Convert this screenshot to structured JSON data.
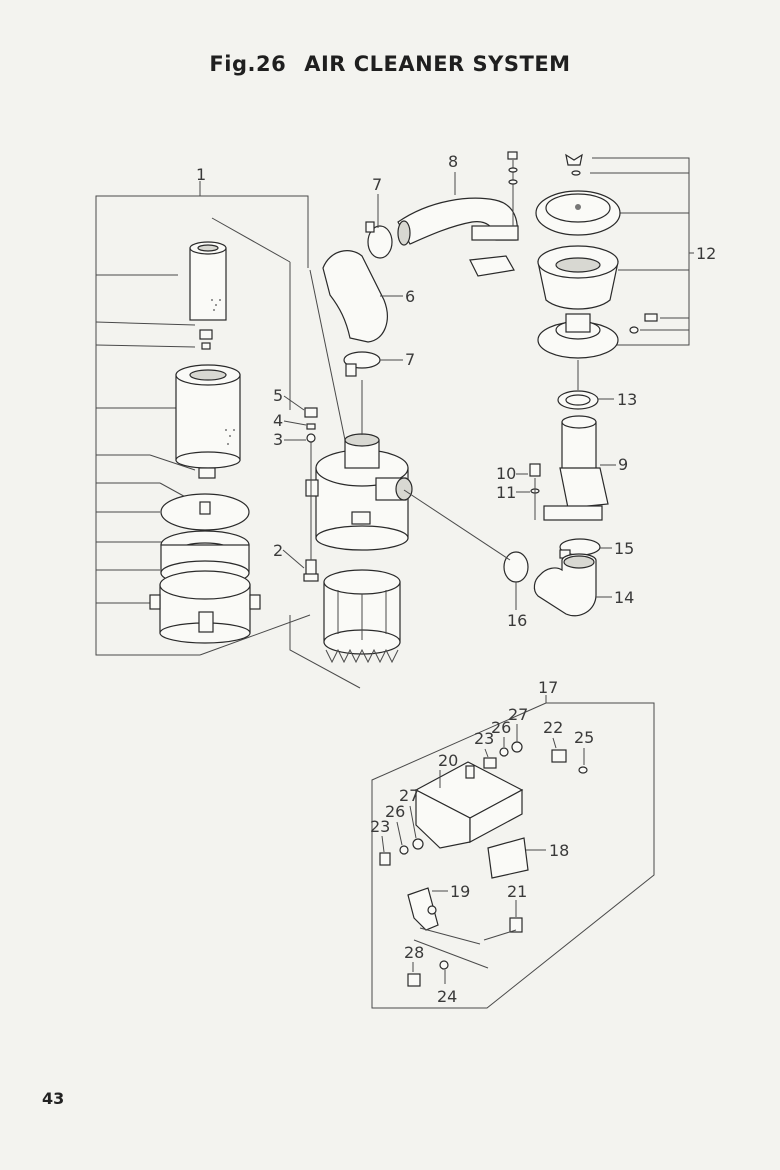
{
  "page": {
    "fig_label": "Fig.26",
    "title": "AIR CLEANER SYSTEM",
    "page_number": "43"
  },
  "callouts": [
    "1",
    "2",
    "3",
    "4",
    "5",
    "6",
    "7",
    "7",
    "8",
    "9",
    "10",
    "11",
    "12",
    "13",
    "14",
    "15",
    "16",
    "17",
    "18",
    "19",
    "20",
    "21",
    "22",
    "23",
    "23",
    "24",
    "25",
    "26",
    "26",
    "27",
    "27",
    "28"
  ]
}
